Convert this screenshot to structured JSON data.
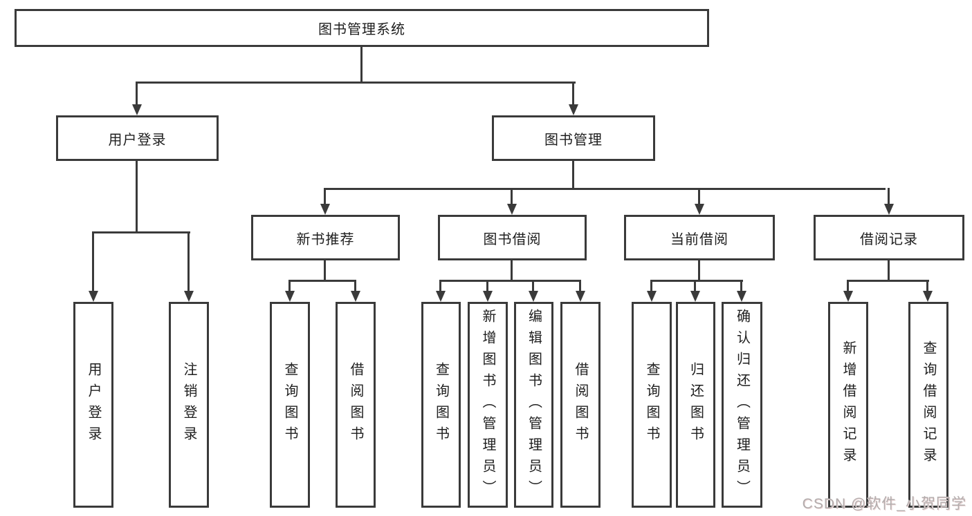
{
  "diagram": {
    "root": "图书管理系统",
    "branches": [
      {
        "label": "用户登录",
        "children": [
          "用户登录",
          "注销登录"
        ]
      },
      {
        "label": "图书管理",
        "children": [
          {
            "label": "新书推荐",
            "children": [
              "查询图书",
              "借阅图书"
            ]
          },
          {
            "label": "图书借阅",
            "children": [
              "查询图书",
              "新增图书（管理员）",
              "编辑图书（管理员）",
              "借阅图书"
            ]
          },
          {
            "label": "当前借阅",
            "children": [
              "查询图书",
              "归还图书",
              "确认归还（管理员）"
            ]
          },
          {
            "label": "借阅记录",
            "children": [
              "新增借阅记录",
              "查询借阅记录"
            ]
          }
        ]
      }
    ],
    "watermark": "CSDN @软件_小贺同学"
  },
  "colors": {
    "line": "#3a3a3a",
    "text": "#1e1e1e",
    "background": "#ffffff",
    "watermark": "#b3adad"
  }
}
